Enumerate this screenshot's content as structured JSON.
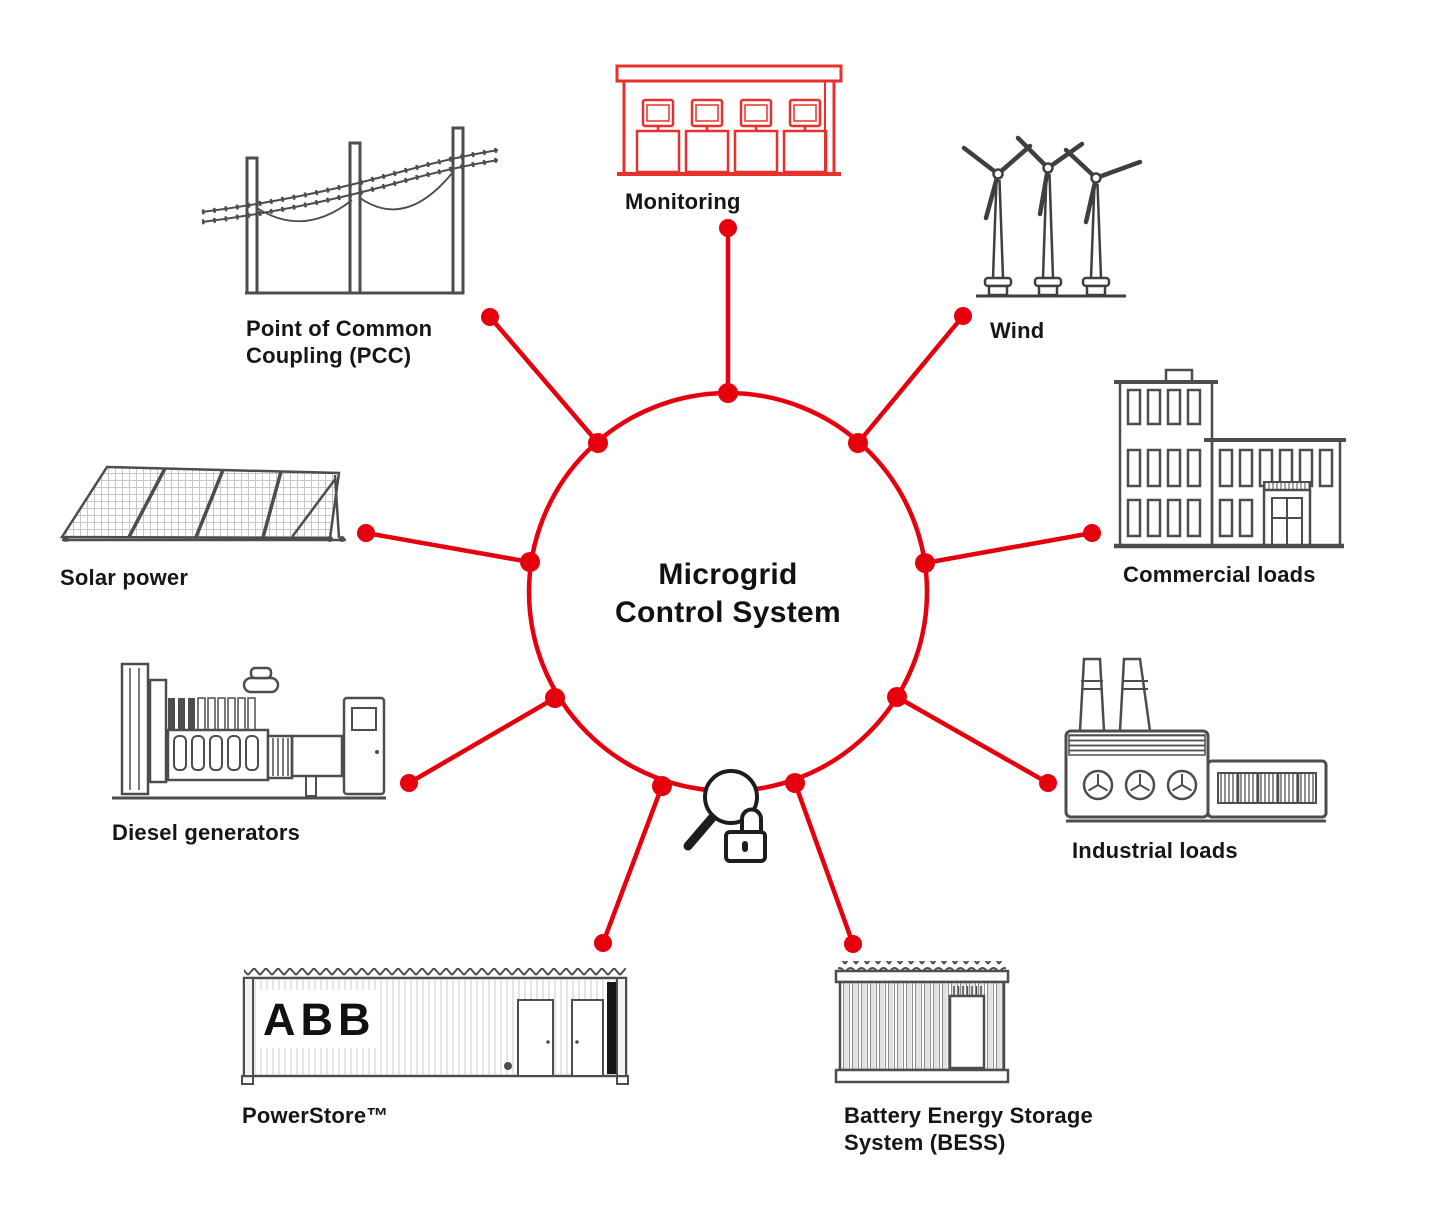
{
  "hub": {
    "title_line1": "Microgrid",
    "title_line2": "Control System"
  },
  "nodes": [
    {
      "id": "monitoring",
      "label": "Monitoring"
    },
    {
      "id": "wind",
      "label": "Wind"
    },
    {
      "id": "commercial-loads",
      "label": "Commercial loads"
    },
    {
      "id": "industrial-loads",
      "label": "Industrial loads"
    },
    {
      "id": "bess",
      "label": "Battery Energy Storage System (BESS)"
    },
    {
      "id": "powerstore",
      "label": "PowerStore™"
    },
    {
      "id": "diesel-generators",
      "label": "Diesel generators"
    },
    {
      "id": "solar-power",
      "label": "Solar power"
    },
    {
      "id": "pcc",
      "label": "Point of Common Coupling (PCC)"
    }
  ],
  "logo_text": "ABB",
  "icons": {
    "center_security": "magnifier-lock"
  },
  "colors": {
    "accent_red": "#e6000e",
    "monitoring_red": "#e8312d",
    "illustration_gray": "#4d4d4d",
    "text_black": "#161616"
  }
}
